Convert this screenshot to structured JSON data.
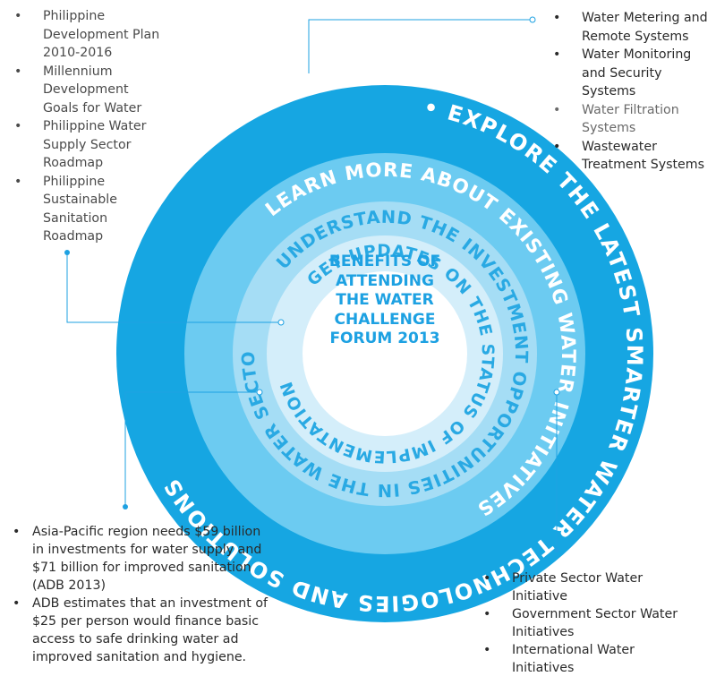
{
  "colors": {
    "ring_outer": "#16a6e2",
    "ring_2": "#6ccbf1",
    "ring_3": "#a5ddf5",
    "ring_4": "#d4eefa",
    "center": "#ffffff",
    "text_dark_blue": "#1da1e2",
    "connector": "#1da1e2",
    "text_white": "#ffffff"
  },
  "center": {
    "lines": [
      "BENEFITS OF",
      "ATTENDING",
      "THE WATER",
      "CHALLENGE",
      "FORUM 2013"
    ]
  },
  "rings": {
    "outer": "•  EXPLORE THE LATEST SMARTER WATER TECHNOLOGIES AND SOLUTIONS",
    "second": "LEARN MORE ABOUT EXISTING WATER INITIATIVES",
    "third": "UNDERSTAND THE INVESTMENT OPPORTUNITIES IN THE WATER SECTOR",
    "inner": "GET UPDATES ON THE STATUS OF IMPLEMENTATION"
  },
  "top_left_list": [
    "Philippine Development Plan 2010-2016",
    "Millennium Development Goals for Water",
    "Philippine Water Supply Sector Roadmap",
    "Philippine Sustainable Sanitation Roadmap"
  ],
  "top_right_list": [
    "Water Metering and Remote Systems",
    "Water Monitoring and Security Systems",
    "Water Filtration Systems",
    "Wastewater Treatment Systems"
  ],
  "bottom_left_list": [
    "Asia-Pacific region needs $59 billion in investments for water supply and $71 billion for improved sanitation (ADB 2013)",
    "ADB estimates that an investment of $25 per person would finance basic access to safe drinking water ad improved sanitation and hygiene."
  ],
  "bottom_right_list": [
    "Private Sector Water Initiative",
    "Government Sector Water Initiatives",
    "International Water Initiatives"
  ]
}
